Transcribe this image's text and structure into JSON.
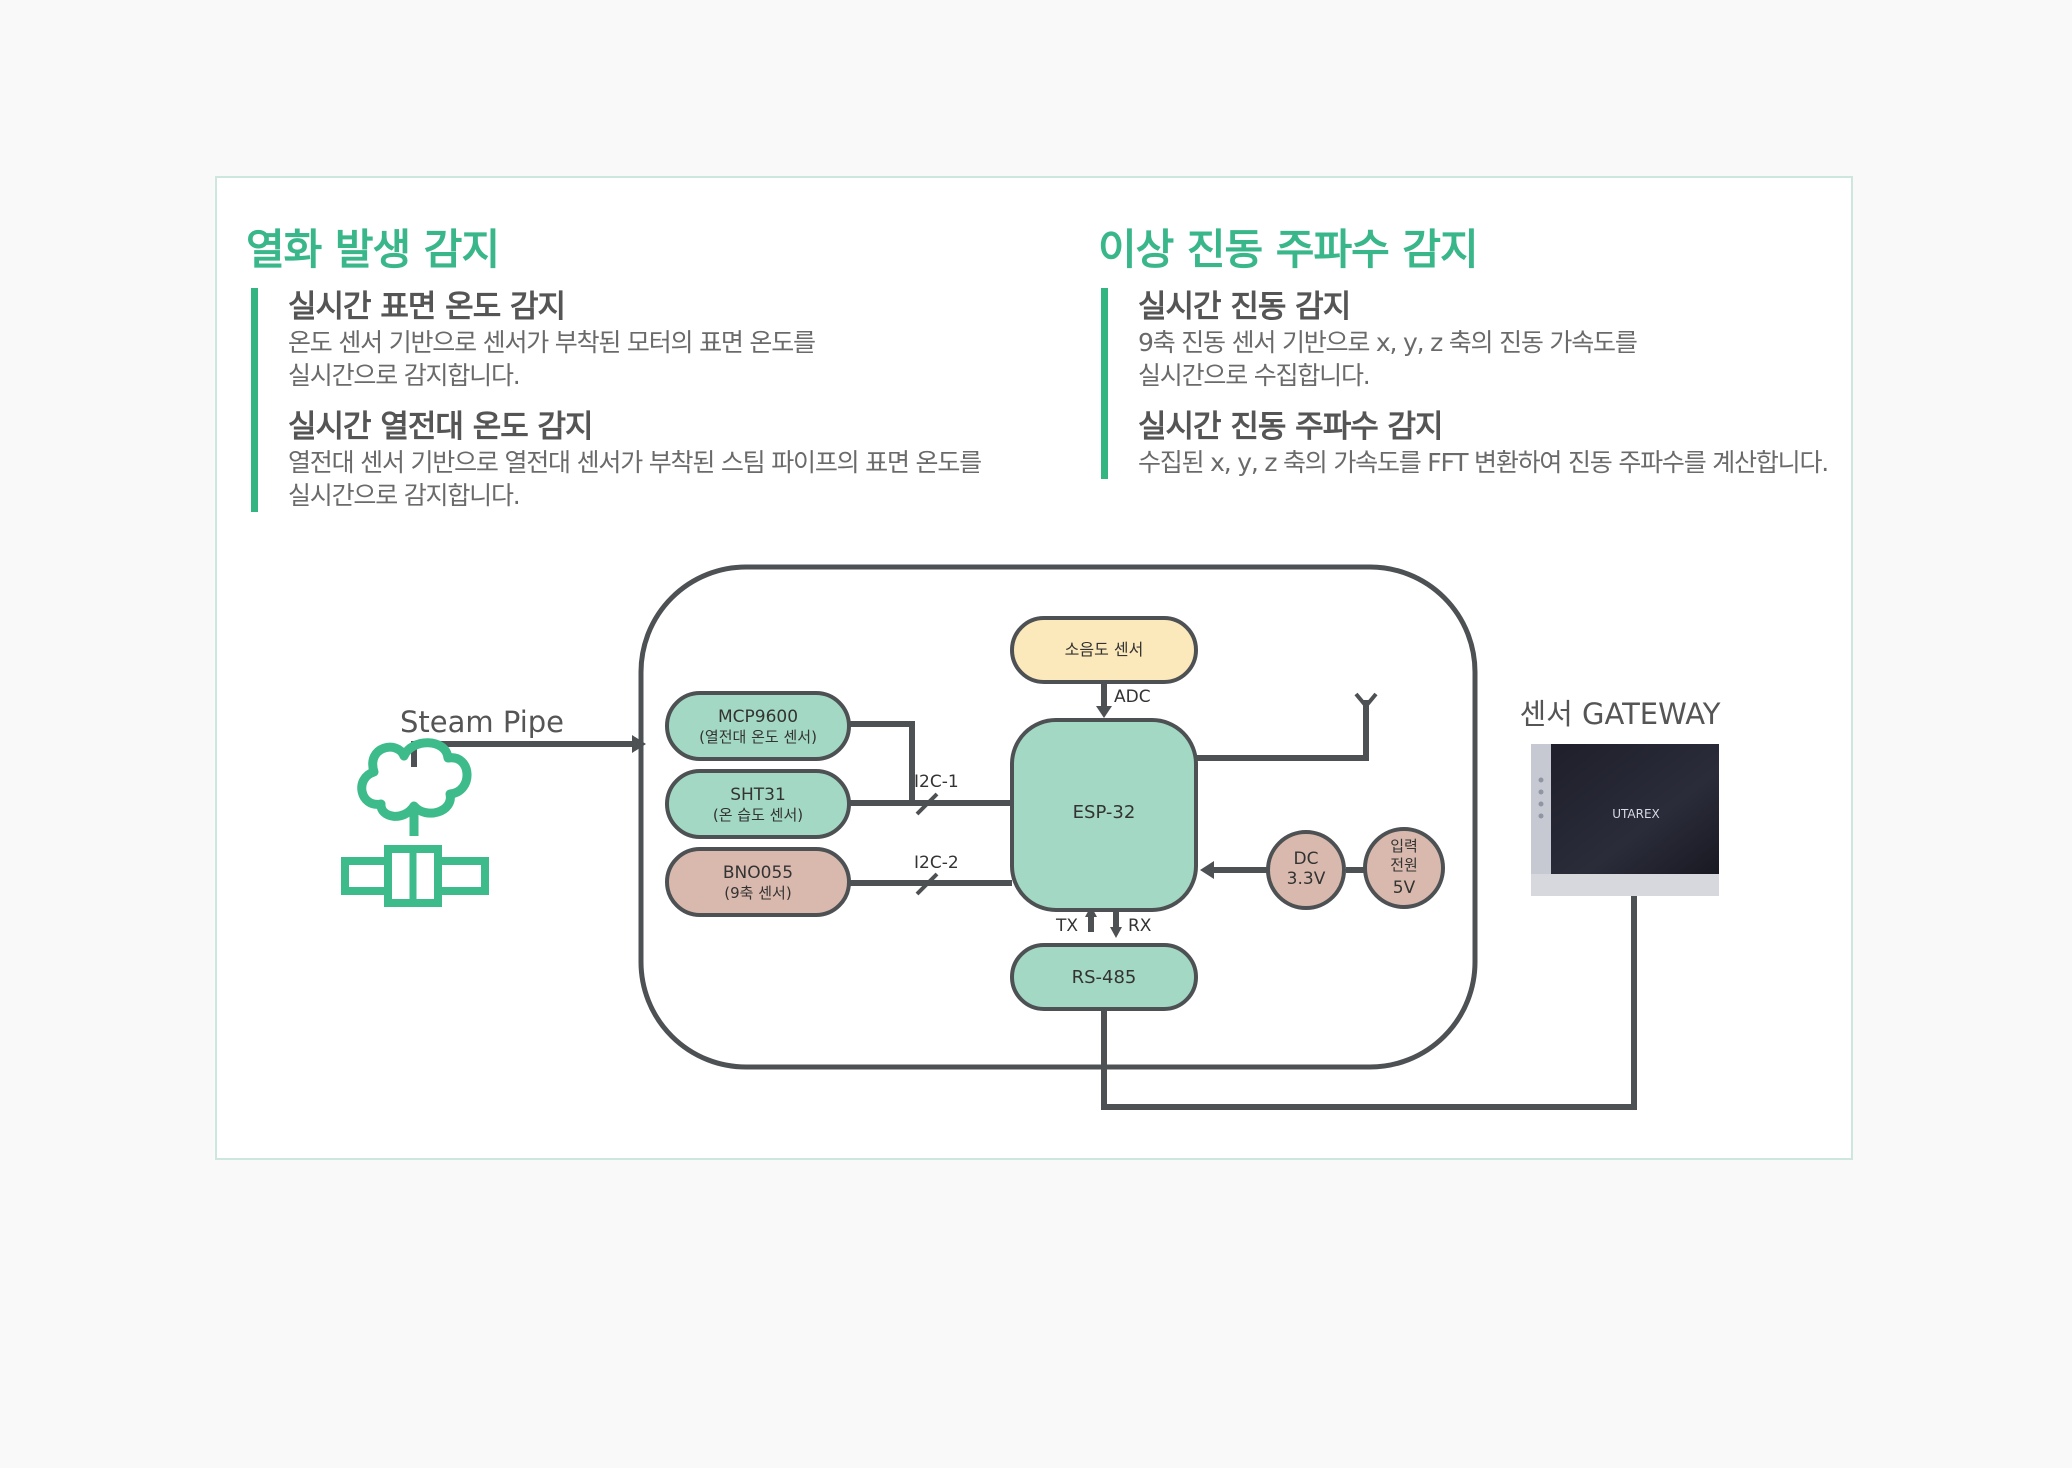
{
  "left_section": {
    "title": "열화 발생 감지",
    "features": [
      {
        "title": "실시간 표면 온도 감지",
        "desc_line1": "온도 센서 기반으로 센서가 부착된 모터의 표면 온도를",
        "desc_line2": "실시간으로 감지합니다."
      },
      {
        "title": "실시간 열전대 온도 감지",
        "desc_line1": "열전대 센서 기반으로 열전대 센서가 부착된 스팀 파이프의 표면 온도를",
        "desc_line2": "실시간으로 감지합니다."
      }
    ]
  },
  "right_section": {
    "title": "이상 진동 주파수 감지",
    "features": [
      {
        "title": "실시간 진동 감지",
        "desc_line1": "9축 진동 센서 기반으로 x, y, z 축의 진동 가속도를",
        "desc_line2": "실시간으로 수집합니다."
      },
      {
        "title": "실시간 진동 주파수 감지",
        "desc_line1": "수집된 x, y, z 축의 가속도를 FFT 변환하여 진동 주파수를 계산합니다."
      }
    ]
  },
  "diagram": {
    "steam_pipe_label": "Steam Pipe",
    "sensors": {
      "mcp9600_line1": "MCP9600",
      "mcp9600_line2": "(열전대 온도 센서)",
      "sht31_line1": "SHT31",
      "sht31_line2": "(온 습도 센서)",
      "bno055_line1": "BNO055",
      "bno055_line2": "(9축 센서)",
      "noise_sensor": "소음도 센서"
    },
    "mcu": "ESP-32",
    "rs485": "RS-485",
    "bus_labels": {
      "i2c1": "I2C-1",
      "i2c2": "I2C-2",
      "adc": "ADC",
      "tx": "TX",
      "rx": "RX"
    },
    "power": {
      "dc_line1": "DC",
      "dc_line2": "3.3V",
      "input_line1": "입력",
      "input_line2": "전원",
      "input_line3": "5V"
    },
    "gateway_label": "센서 GATEWAY",
    "gateway_brand": "UTAREX"
  },
  "colors": {
    "accent_green": "#39b78a",
    "sensor_green": "#a3d8c4",
    "sensor_pink": "#d9b9ad",
    "sensor_yellow": "#fbe8bb",
    "line_gray": "#4d5153",
    "icon_green": "#3dbb8a"
  }
}
